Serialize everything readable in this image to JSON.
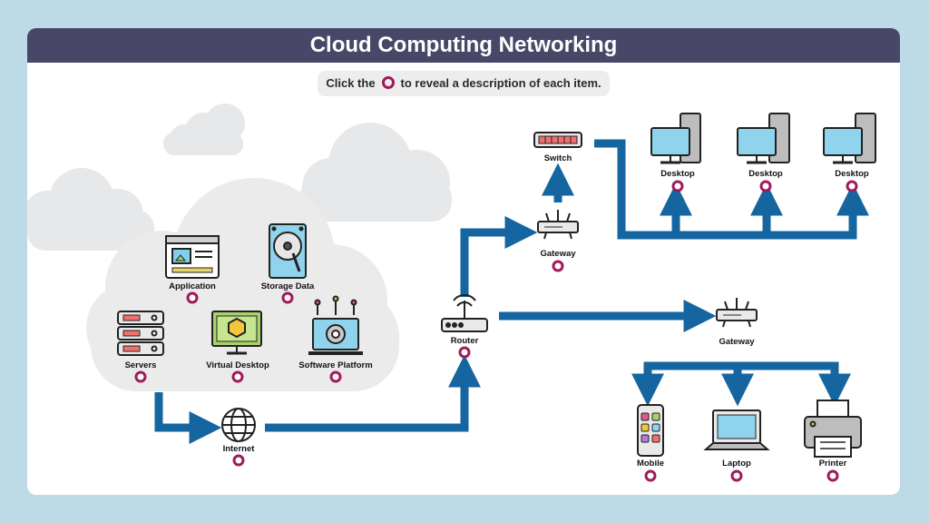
{
  "title": "Cloud Computing Networking",
  "instruction": {
    "before": "Click the",
    "after": "to reveal a description of each item."
  },
  "colors": {
    "background": "#bcdbe6",
    "title_bar": "#484767",
    "arrow": "#1566a0",
    "hotspot": "#a01a5c",
    "cloud": "#ebebeb"
  },
  "nodes": {
    "application": "Application",
    "storage": "Storage Data",
    "servers": "Servers",
    "virtual_desktop": "Virtual Desktop",
    "software_platform": "Software Platform",
    "internet": "Internet",
    "router": "Router",
    "gateway_top": "Gateway",
    "switch": "Switch",
    "desktop_1": "Desktop",
    "desktop_2": "Desktop",
    "desktop_3": "Desktop",
    "gateway_bottom": "Gateway",
    "mobile": "Mobile",
    "laptop": "Laptop",
    "printer": "Printer"
  }
}
